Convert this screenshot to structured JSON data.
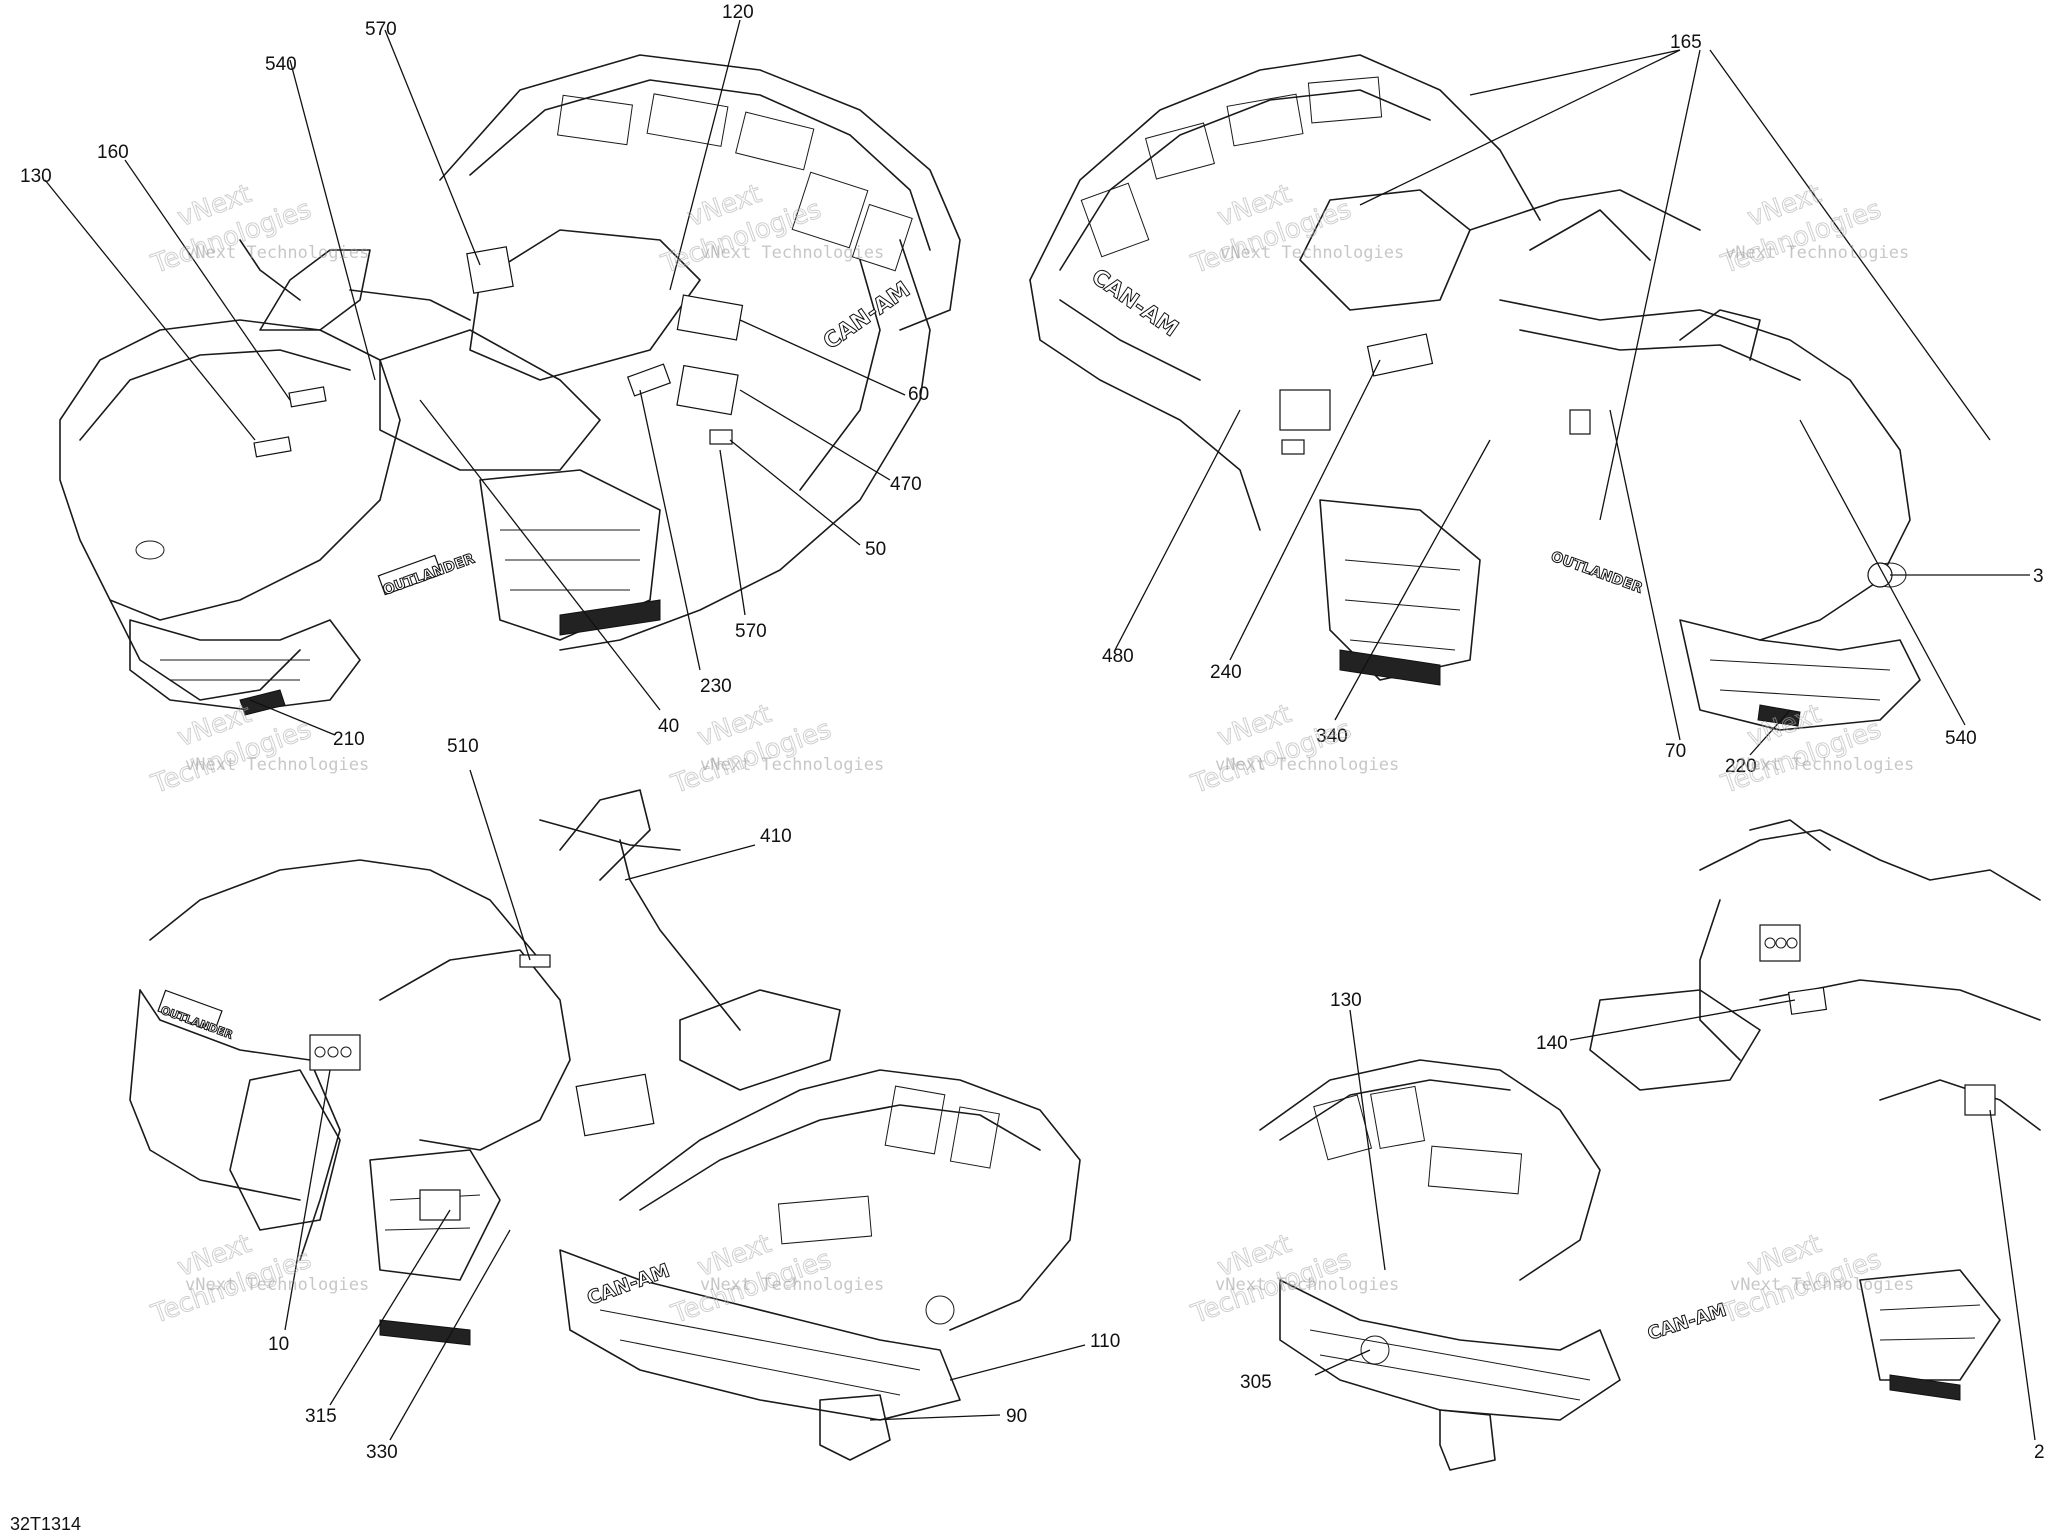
{
  "diagram_code": "32T1314",
  "watermark": {
    "line1": "vNext Technologies",
    "line2": "vNext",
    "line3": "Technologies"
  },
  "brand_text": "CAN-AM",
  "model_text": "OUTLANDER",
  "callouts": {
    "q1": [
      "570",
      "120",
      "540",
      "160",
      "130",
      "60",
      "470",
      "50",
      "570",
      "230",
      "210",
      "40"
    ],
    "q2": [
      "165",
      "3",
      "480",
      "240",
      "340",
      "70",
      "220",
      "540"
    ],
    "q3": [
      "510",
      "410",
      "10",
      "315",
      "330",
      "110",
      "90"
    ],
    "q4": [
      "130",
      "140",
      "305",
      "2"
    ]
  }
}
